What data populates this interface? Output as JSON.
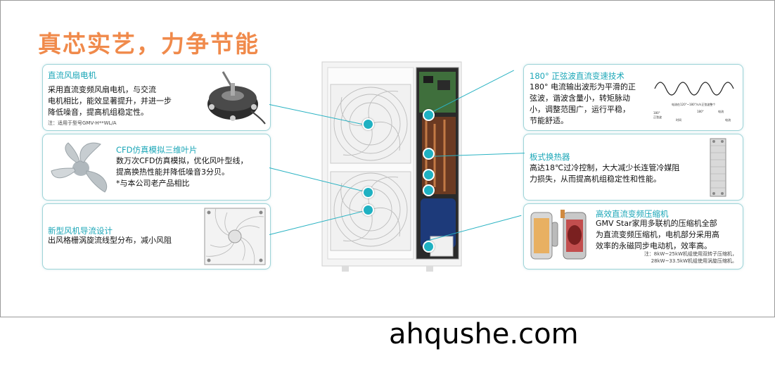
{
  "title": "真芯实艺，力争节能",
  "cards": {
    "fan_motor": {
      "title": "直流风扇电机",
      "lines": [
        "采用直流变频风扇电机，与交流",
        "电机相比，能效显著提升，并进一步",
        "降低噪音，提高机组稳定性。"
      ],
      "note": "注：适用于型号GMV-H**WL/A"
    },
    "cfd": {
      "title": "CFD仿真模拟三维叶片",
      "lines": [
        "数万次CFD仿真模拟，优化风叶型线，",
        "提高换热性能并降低噪音3分贝。",
        "*与本公司老产品相比"
      ]
    },
    "grille": {
      "title": "新型风机导流设计",
      "lines": [
        "出风格栅涡旋流线型分布，减小风阻"
      ]
    },
    "sine": {
      "title": "180° 正弦波直流变速技术",
      "lines": [
        "180° 电流输出波形为平滑的正",
        "弦波，谐波含量小，转矩脉动",
        "小，调整范围广，运行平稳，",
        "节能舒适。"
      ],
      "graph_labels": [
        "电流在120°~180°/n/n正弦波整个",
        "180°",
        "180°",
        "正弦波",
        "电流",
        "时间",
        "电流"
      ]
    },
    "plate": {
      "title": "板式换热器",
      "lines": [
        "高达18℃过冷控制，大大减少长连管冷媒阻",
        "力损失，从而提高机组稳定性和性能。"
      ]
    },
    "compressor": {
      "title": "高效直流变频压缩机",
      "lines": [
        "GMV Star家用多联机的压缩机全部",
        "为直流变频压缩机，电机部分采用高",
        "效率的永磁同步电动机，效率高。"
      ],
      "notes": [
        "注：8kW~25kW机组使用双转子压缩机，",
        "28kW~33.5kW机组使用涡旋压缩机。"
      ]
    }
  },
  "watermark": "ahqushe.com",
  "colors": {
    "title": "#f08a4b",
    "accent": "#1aa6b7",
    "border": "#9fd4d8"
  }
}
